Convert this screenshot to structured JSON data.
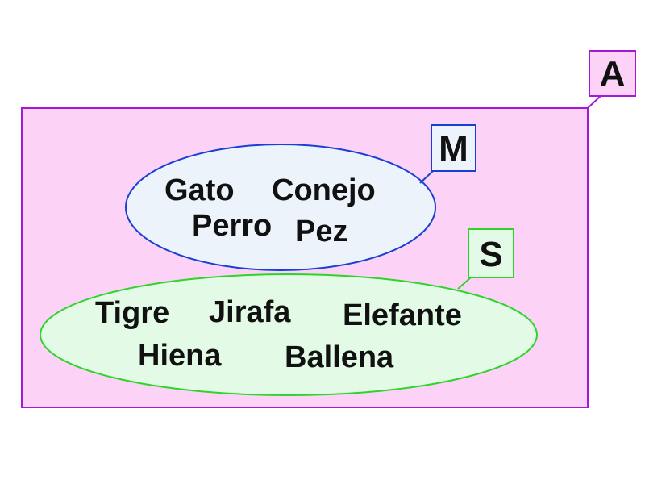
{
  "colors": {
    "universe_fill": "#fcd3f6",
    "universe_stroke": "#a219d6",
    "set_m_fill": "#edf3fb",
    "set_m_stroke": "#1a3fd3",
    "set_s_fill": "#e3fbe6",
    "set_s_stroke": "#2fd42a",
    "text": "#111111"
  },
  "universe": {
    "label": "A"
  },
  "set_m": {
    "label": "M",
    "elements": [
      "Gato",
      "Conejo",
      "Perro",
      "Pez"
    ]
  },
  "set_s": {
    "label": "S",
    "elements": [
      "Tigre",
      "Jirafa",
      "Elefante",
      "Hiena",
      "Ballena"
    ]
  }
}
